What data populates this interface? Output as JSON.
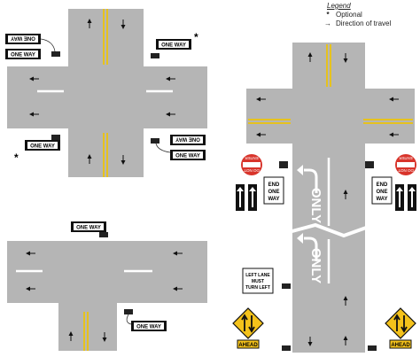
{
  "legend": {
    "title": "Legend",
    "items": [
      {
        "symbol": "*",
        "label": "Optional"
      },
      {
        "symbol": "→",
        "label": "Direction of travel"
      }
    ]
  },
  "signs": {
    "one_way": "ONE WAY",
    "do_not_enter_top": "DO NOT",
    "do_not_enter_bottom": "ENTER",
    "end_one_way": [
      "END",
      "ONE",
      "WAY"
    ],
    "left_lane": [
      "LEFT LANE",
      "MUST",
      "TURN LEFT"
    ],
    "ahead": "AHEAD",
    "optional_mark": "*"
  },
  "pavement": {
    "only": "ONLY"
  },
  "colors": {
    "road": "#b5b5b5",
    "centerline": "#e6c21f",
    "lane_line": "#ffffff",
    "sign_black": "#111111",
    "stop_red": "#d8342b",
    "warning_yellow": "#f4c21b"
  }
}
